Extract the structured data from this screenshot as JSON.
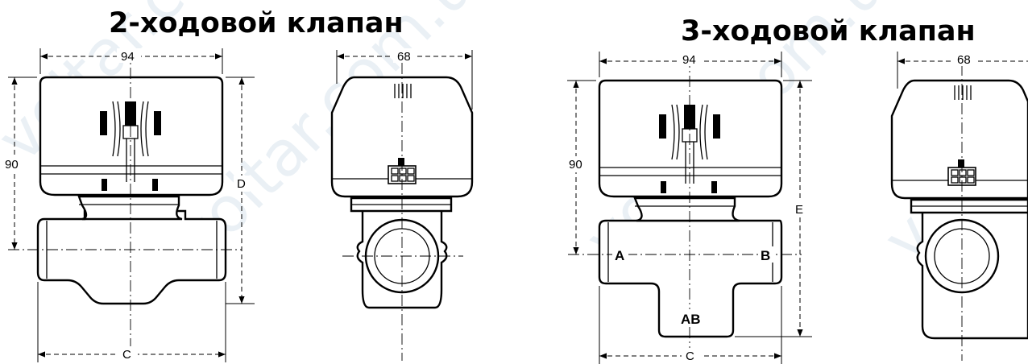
{
  "titles": {
    "two_way": "2-ходовой клапан",
    "three_way": "3-ходовой клапан"
  },
  "watermark": "voltar.com.ua",
  "dimensions": {
    "two_way_front": {
      "width": "94",
      "height": "90",
      "total_height": "D",
      "length": "C"
    },
    "two_way_side": {
      "width": "68"
    },
    "three_way_front": {
      "width": "94",
      "height": "90",
      "total_height": "E",
      "length": "C"
    },
    "three_way_side": {
      "width": "68"
    }
  },
  "ports": {
    "a": "A",
    "b": "B",
    "ab": "AB"
  },
  "colors": {
    "line": "#000000",
    "watermark": "#dfe9f0",
    "background": "#ffffff"
  }
}
